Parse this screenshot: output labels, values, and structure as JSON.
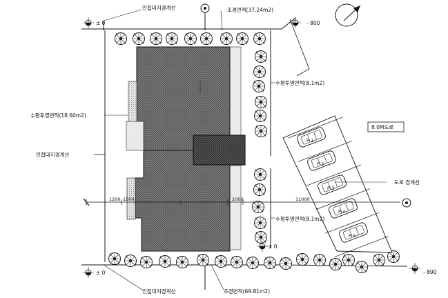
{
  "labels": {
    "boundary_top": "인접대지경계선",
    "boundary_left": "인접대지경계선",
    "boundary_bottom": "인접대지경계선",
    "landscape_top": "조경면적(37.24m2)",
    "landscape_bottom": "조경면적(69.81m2)",
    "projection_left": "수평투영면적(18.60m2)",
    "projection_right_top": "수평투영면적(8.1m2)",
    "projection_right_bottom": "수평투영면적(8.1m2)",
    "road": "8.0M도로",
    "road_line": "도로 경계선",
    "level_tl": "± 0",
    "level_tr": "- 800",
    "level_br": "- 800",
    "level_bl": "± 0",
    "level_mid_bottom": "± 0",
    "dim_1": "1200",
    "dim_2": "1500",
    "dim_3": "2000",
    "dim_4": "11000"
  },
  "parking": [
    "P-1",
    "P-2",
    "P-3",
    "P-4",
    "P-5"
  ],
  "icons": [
    "north-arrow-icon",
    "section-marker-icon",
    "tree-symbol-icon",
    "car-symbol-icon",
    "level-marker-icon"
  ]
}
